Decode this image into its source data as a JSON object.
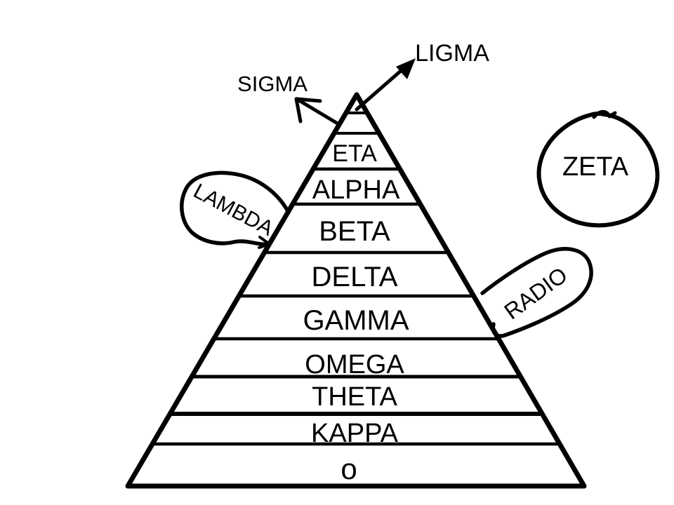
{
  "colors": {
    "ink": "#000000",
    "background": "#ffffff"
  },
  "pyramid": {
    "layers": [
      {
        "label": "ETA"
      },
      {
        "label": "ALPHA"
      },
      {
        "label": "BETA"
      },
      {
        "label": "DELTA"
      },
      {
        "label": "GAMMA"
      },
      {
        "label": "OMEGA"
      },
      {
        "label": "THETA"
      },
      {
        "label": "KAPPA"
      },
      {
        "label": "o"
      }
    ]
  },
  "callouts": {
    "sigma": {
      "label": "SIGMA"
    },
    "ligma": {
      "label": "LIGMA"
    },
    "lambda": {
      "label": "LAMBDA"
    },
    "zeta": {
      "label": "ZETA"
    },
    "radio": {
      "label": "RADIO"
    }
  }
}
